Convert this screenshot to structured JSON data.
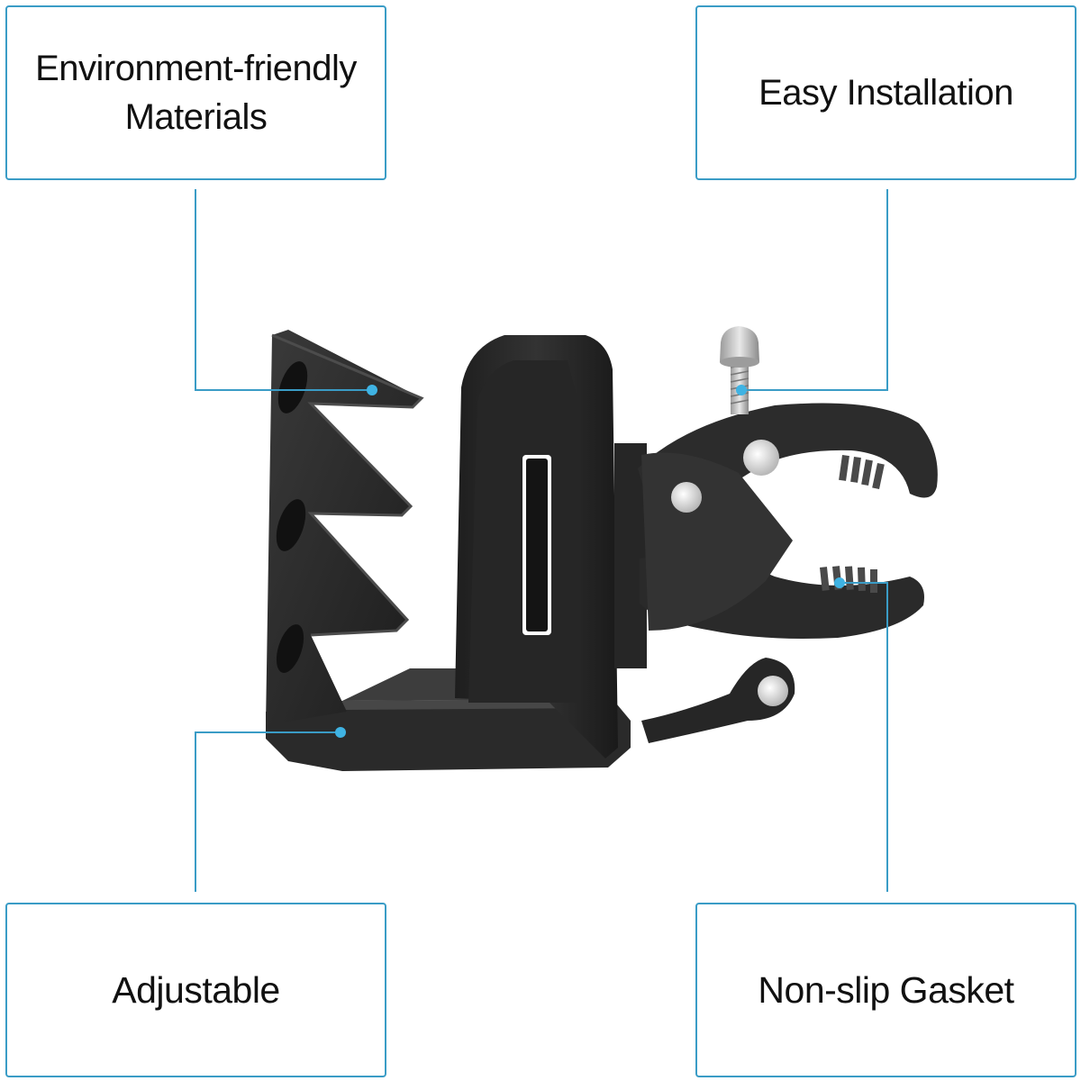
{
  "features": {
    "top_left": {
      "line1": "Environment-friendly",
      "line2": "Materials"
    },
    "top_right": {
      "label": "Easy Installation"
    },
    "bottom_left": {
      "label": "Adjustable"
    },
    "bottom_right": {
      "label": "Non-slip Gasket"
    }
  },
  "colors": {
    "accent": "#3a9cc6",
    "product": "#2b2b2b",
    "text": "#111111"
  },
  "product": {
    "name": "cup-holder-with-clamp",
    "icon": "cup-holder-clamp-illustration"
  }
}
